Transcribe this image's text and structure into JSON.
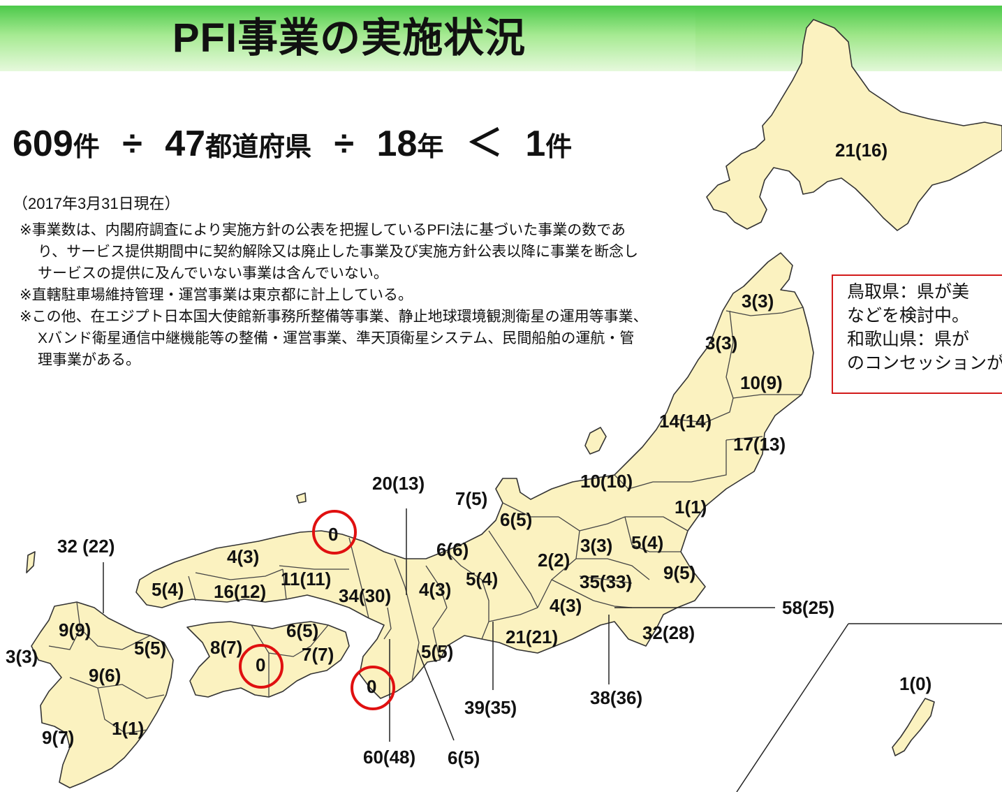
{
  "title": "PFI事業の実施状況",
  "formula": {
    "total": "609",
    "total_unit": "件",
    "op1": "÷",
    "prefectures": "47",
    "prefectures_unit": "都道府県",
    "op2": "÷",
    "years": "18",
    "years_unit": "年",
    "op3": "＜",
    "result": "1",
    "result_unit": "件"
  },
  "as_of": "（2017年3月31日現在）",
  "notes": [
    "※事業数は、内閣府調査により実施方針の公表を把握しているPFI法に基づいた事業の数であり、サービス提供期間中に契約解除又は廃止した事業及び実施方針公表以降に事業を断念しサービスの提供に及んでいない事業は含んでいない。",
    "※直轄駐車場維持管理・運営事業は東京都に計上している。",
    "※この他、在エジプト日本国大使館新事務所整備等事業、静止地球環境観測衛星の運用等事業、Xバンド衛星通信中継機能等の整備・運営事業、準天頂衛星システム、民間船舶の運航・管理事業がある。"
  ],
  "callout": {
    "lines": [
      "鳥取県：県が美",
      "などを検討中。",
      "和歌山県：県が",
      "のコンセッションが"
    ],
    "border_color": "#d21a1a"
  },
  "map": {
    "land_color": "#fbf2c0",
    "border_color": "#333333",
    "circle_color": "#e01010",
    "labels": [
      {
        "id": "hokkaido",
        "text": "21(16)"
      },
      {
        "id": "aomori",
        "text": "3(3)"
      },
      {
        "id": "akita",
        "text": "3(3)"
      },
      {
        "id": "iwate",
        "text": "10(9)"
      },
      {
        "id": "yamagata",
        "text": "14(14)"
      },
      {
        "id": "miyagi",
        "text": "17(13)"
      },
      {
        "id": "niigata",
        "text": "10(10)"
      },
      {
        "id": "fukushima",
        "text": "1(1)"
      },
      {
        "id": "ishikawa",
        "text": "7(5)"
      },
      {
        "id": "toyama",
        "text": "6(5)"
      },
      {
        "id": "fukui",
        "text": "6(6)"
      },
      {
        "id": "nagano",
        "text": "2(2)"
      },
      {
        "id": "gunma",
        "text": "3(3)"
      },
      {
        "id": "tochigi",
        "text": "5(4)"
      },
      {
        "id": "ibaraki",
        "text": "9(5)"
      },
      {
        "id": "saitama",
        "text": "35(33)"
      },
      {
        "id": "yamanashi",
        "text": "4(3)"
      },
      {
        "id": "tokyo",
        "text": "58(25)"
      },
      {
        "id": "chiba",
        "text": "32(28)"
      },
      {
        "id": "kanagawa",
        "text": "38(36)"
      },
      {
        "id": "shizuoka",
        "text": "21(21)"
      },
      {
        "id": "aichi",
        "text": "39(35)"
      },
      {
        "id": "gifu",
        "text": "5(4)"
      },
      {
        "id": "shiga",
        "text": "4(3)"
      },
      {
        "id": "kyoto",
        "text": "20(13)"
      },
      {
        "id": "hyogo",
        "text": "34(30)"
      },
      {
        "id": "osaka",
        "text": "60(48)"
      },
      {
        "id": "nara",
        "text": "5(5)"
      },
      {
        "id": "mie",
        "text": "6(5)"
      },
      {
        "id": "wakayama",
        "text": "0"
      },
      {
        "id": "tottori",
        "text": "0"
      },
      {
        "id": "okayama",
        "text": "11(11)"
      },
      {
        "id": "shimane",
        "text": "4(3)"
      },
      {
        "id": "hiroshima",
        "text": "16(12)"
      },
      {
        "id": "yamaguchi",
        "text": "5(4)"
      },
      {
        "id": "kagawa",
        "text": "6(5)"
      },
      {
        "id": "tokushima",
        "text": "7(7)"
      },
      {
        "id": "ehime",
        "text": "8(7)"
      },
      {
        "id": "kochi",
        "text": "0"
      },
      {
        "id": "fukuoka",
        "text": "32 (22)"
      },
      {
        "id": "saga",
        "text": "9(9)"
      },
      {
        "id": "nagasaki",
        "text": "3(3)"
      },
      {
        "id": "oita",
        "text": "5(5)"
      },
      {
        "id": "kumamoto",
        "text": "9(6)"
      },
      {
        "id": "miyazaki",
        "text": "1(1)"
      },
      {
        "id": "kagoshima",
        "text": "9(7)"
      },
      {
        "id": "okinawa",
        "text": "1(0)"
      }
    ]
  }
}
